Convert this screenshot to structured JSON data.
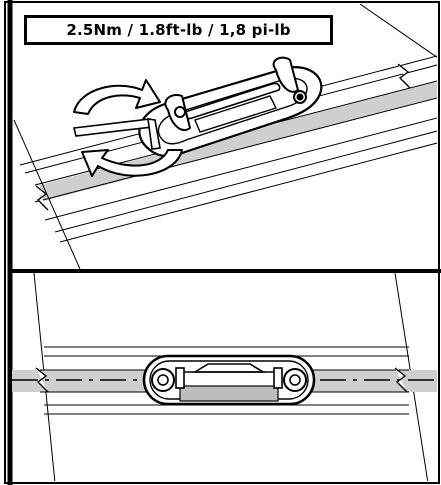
{
  "torque_spec": "2.5Nm / 1.8ft-lb / 1,8 pi-lb",
  "colors": {
    "line": "#000000",
    "rail_fill": "#cfcfcf",
    "background": "#ffffff"
  },
  "panels": [
    {
      "content": "hex-key-tightening-clamp-on-rail"
    },
    {
      "content": "clamp-installed-on-rail-top-view"
    }
  ]
}
